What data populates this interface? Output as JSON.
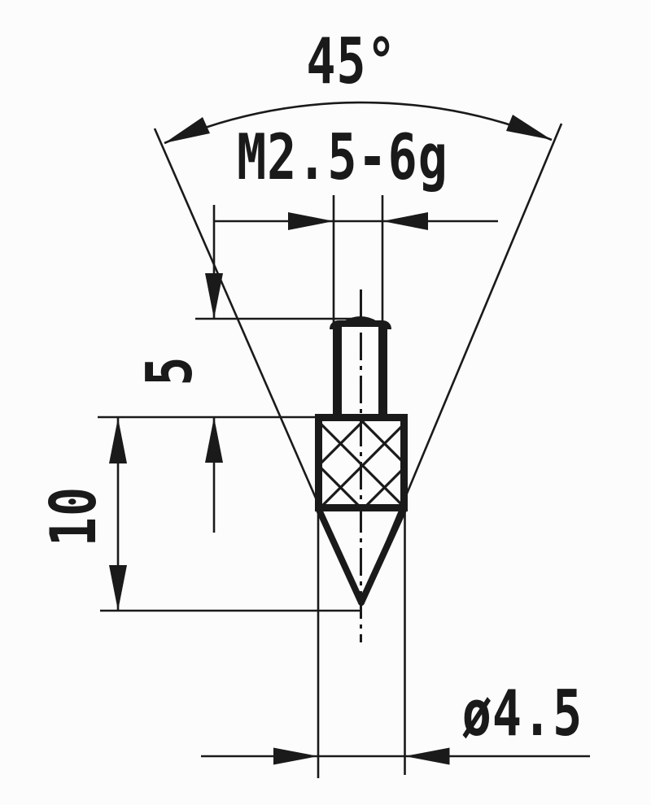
{
  "drawing": {
    "kind": "technical drawing — measuring probe contact point, conical tip",
    "background_color": "#fcfcfc",
    "line_color": "#1a1a1a",
    "labels": {
      "cone_angle": "45°",
      "thread": "M2.5-6g",
      "thread_length": "5",
      "body_length": "10",
      "tip_diameter": "ø4.5"
    }
  }
}
